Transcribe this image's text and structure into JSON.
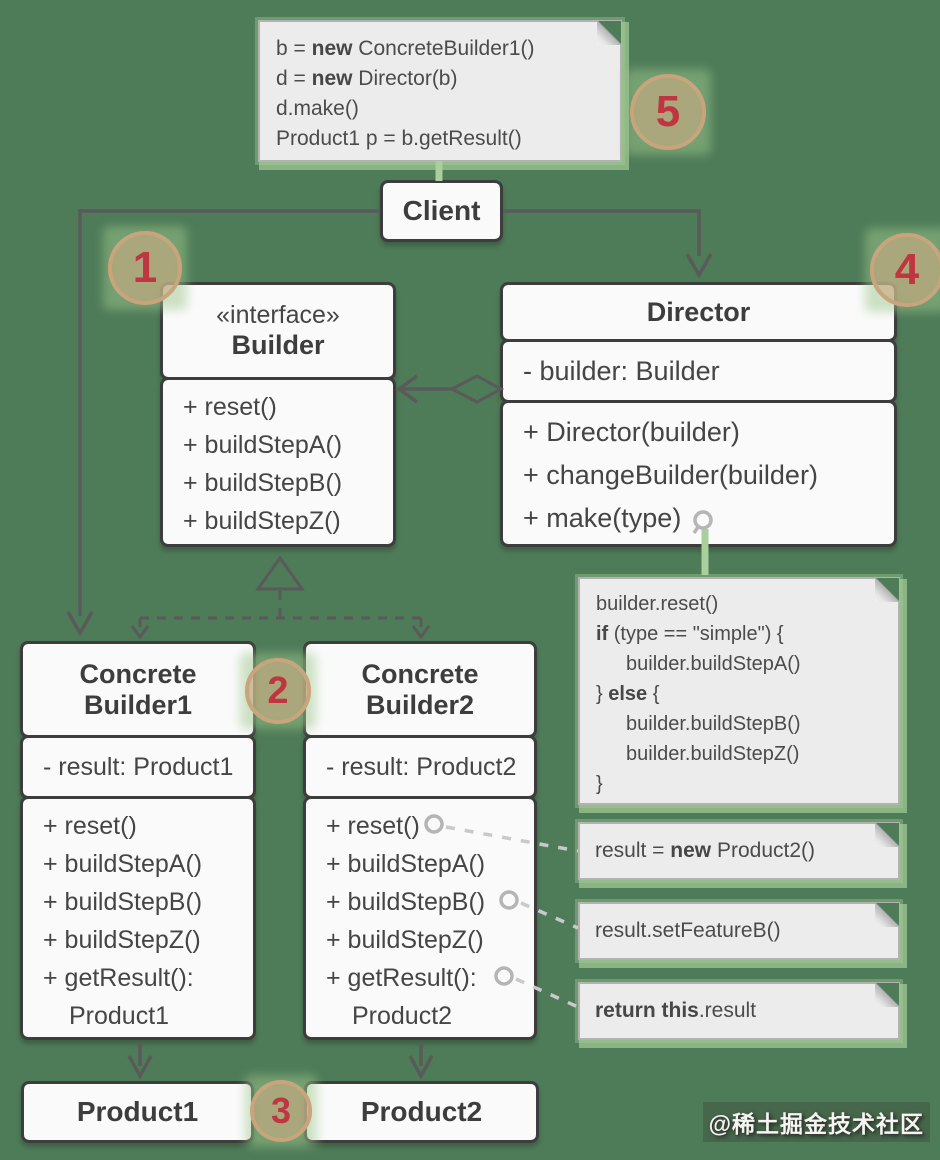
{
  "colors": {
    "background": "#4e7b58",
    "badge_fill": "#f68c78",
    "badge_ring": "#f0846f",
    "badge_text": "#bf3540",
    "box_border": "#3d3d3d",
    "note_glow": "#a5cd98",
    "connector": "#5a5a5a"
  },
  "badges": {
    "b1": "1",
    "b2": "2",
    "b3": "3",
    "b4": "4",
    "b5": "5"
  },
  "client": {
    "title": "Client"
  },
  "builder": {
    "stereotype": "«interface»",
    "name": "Builder",
    "methods": [
      "+ reset()",
      "+ buildStepA()",
      "+ buildStepB()",
      "+ buildStepZ()"
    ]
  },
  "director": {
    "name": "Director",
    "attributes": [
      "- builder: Builder"
    ],
    "methods": [
      "+ Director(builder)",
      "+ changeBuilder(builder)",
      "+ make(type)"
    ]
  },
  "concrete_builder1": {
    "name_line1": "Concrete",
    "name_line2": "Builder1",
    "attributes": [
      "- result: Product1"
    ],
    "methods": [
      "+ reset()",
      "+ buildStepA()",
      "+ buildStepB()",
      "+ buildStepZ()",
      "+ getResult():",
      "Product1"
    ]
  },
  "concrete_builder2": {
    "name_line1": "Concrete",
    "name_line2": "Builder2",
    "attributes": [
      "- result: Product2"
    ],
    "methods": [
      "+ reset()",
      "+ buildStepA()",
      "+ buildStepB()",
      "+ buildStepZ()",
      "+ getResult():",
      "Product2"
    ]
  },
  "product1": {
    "name": "Product1"
  },
  "product2": {
    "name": "Product2"
  },
  "client_code_note": {
    "lines": [
      {
        "pre": "b = ",
        "kw": "new",
        "post": " ConcreteBuilder1()"
      },
      {
        "pre": "d = ",
        "kw": "new",
        "post": " Director(b)"
      },
      {
        "pre": "d.make()",
        "kw": "",
        "post": ""
      },
      {
        "pre": "Product1 p = b.getResult()",
        "kw": "",
        "post": ""
      }
    ]
  },
  "make_code_note": {
    "lines": [
      {
        "pre": "builder.reset()",
        "kw": "",
        "post": ""
      },
      {
        "pre": "",
        "kw": "if",
        "post": " (type == \"simple\") {"
      },
      {
        "pre": "builder.buildStepA()",
        "kw": "",
        "post": ""
      },
      {
        "pre": "} ",
        "kw": "else",
        "post": " {"
      },
      {
        "pre": "builder.buildStepB()",
        "kw": "",
        "post": ""
      },
      {
        "pre": "builder.buildStepZ()",
        "kw": "",
        "post": ""
      },
      {
        "pre": "}",
        "kw": "",
        "post": ""
      }
    ]
  },
  "reset_note": {
    "pre": "result = ",
    "kw": "new",
    "post": " Product2()"
  },
  "set_feature_note": {
    "pre": "result.setFeatureB()",
    "kw": "",
    "post": ""
  },
  "return_note": {
    "pre": "",
    "kw": "return this",
    "post": ".result"
  },
  "watermark": "@稀土掘金技术社区"
}
